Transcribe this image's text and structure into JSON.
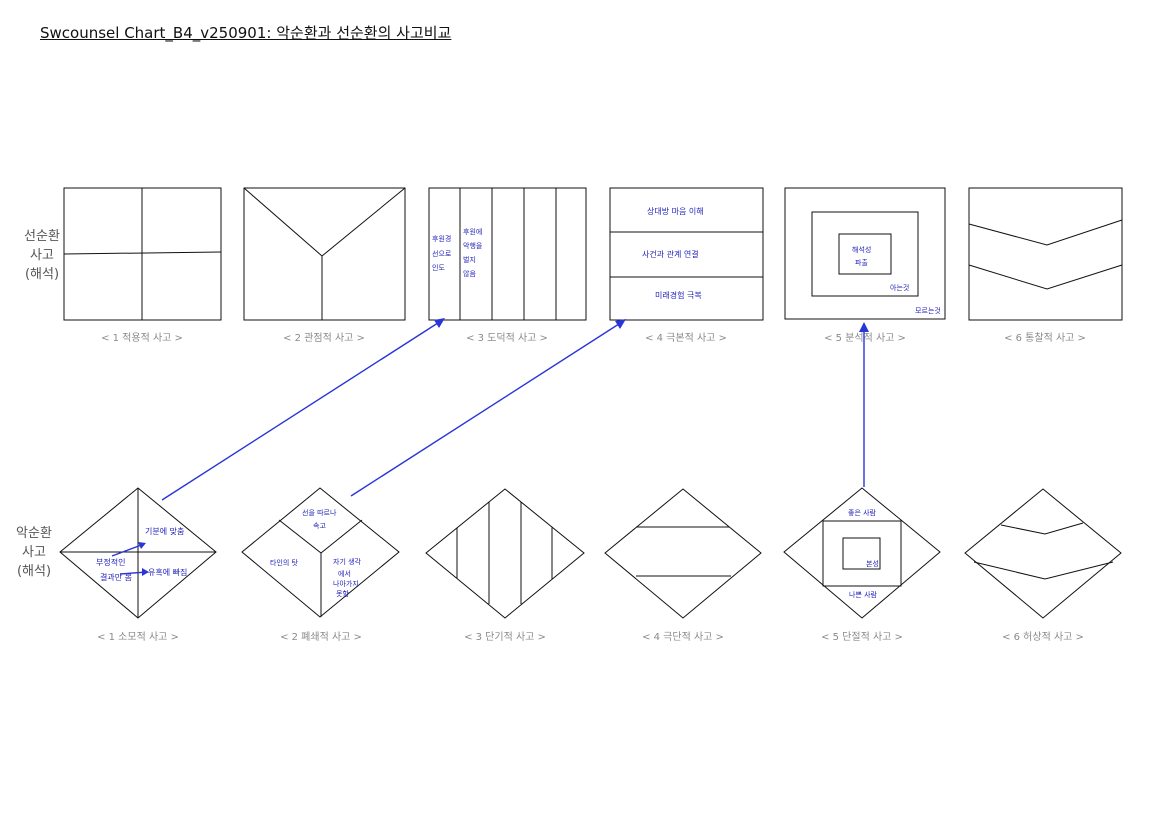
{
  "title": "Swcounsel Chart_B4_v250901: 악순환과 선순환의 사고비교",
  "rows": {
    "top_label": [
      "선순환",
      "사고",
      "(해석)"
    ],
    "bottom_label": [
      "악순환",
      "사고",
      "(해석)"
    ]
  },
  "top_captions": [
    "< 1 적용적 사고 >",
    "< 2 관점적 사고 >",
    "< 3 도덕적 사고 >",
    "< 4 극본적 사고 >",
    "< 5 분석적 사고 >",
    "< 6 통찰적 사고 >"
  ],
  "bottom_captions": [
    "< 1 소모적 사고 >",
    "< 2 폐쇄적 사고 >",
    "< 3 단기적 사고 >",
    "< 4 극단적 사고 >",
    "< 5 단절적 사고 >",
    "< 6 허상적 사고 >"
  ],
  "annotations": {
    "top3_col1": [
      "후원경",
      "선으로",
      "인도"
    ],
    "top3_col2": [
      "후원에",
      "악행을",
      "벌지",
      "않음"
    ],
    "top4_band1": "상대방 마음 이해",
    "top4_band2": "사건과 관계 연결",
    "top4_band3": "미래경험 극복",
    "top5_inner": [
      "해석성",
      "파출"
    ],
    "top5_middle": "아는것",
    "top5_outer": "모르는것",
    "bot1_upper": "기분에 맞춤",
    "bot1_lower": [
      "부정적인",
      "결과만 봄"
    ],
    "bot1_right": "유혹에 빠짐",
    "bot2_top": [
      "선을 따르나",
      "속고"
    ],
    "bot2_left": "타인의 탓",
    "bot2_right": [
      "자기 생각",
      "에서",
      "나아가지",
      "못함"
    ],
    "bot5_top": "좋은 사람",
    "bot5_inner": "본성",
    "bot5_bottom": "나쁜 사람"
  },
  "colors": {
    "arrow": "#2a35d8",
    "handwriting": "#2222bb",
    "caption": "#8a8a8a"
  }
}
